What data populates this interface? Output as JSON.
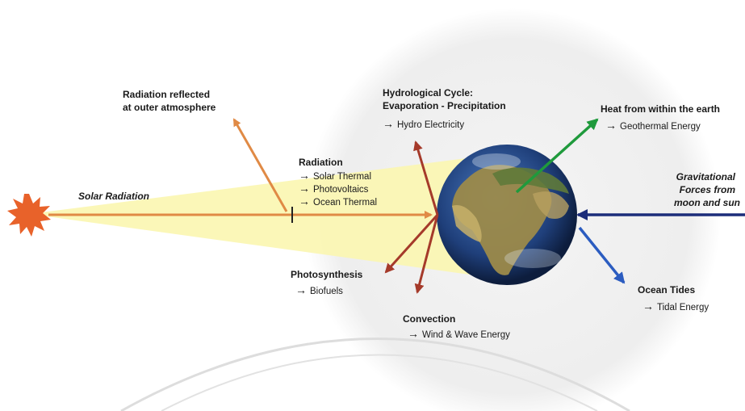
{
  "labels": {
    "solar_radiation": "Solar Radiation",
    "reflected_line1": "Radiation reflected",
    "reflected_line2": "at outer atmosphere",
    "radiation_title": "Radiation",
    "radiation_items": [
      "Solar Thermal",
      "Photovoltaics",
      "Ocean Thermal"
    ],
    "hydro_line1": "Hydrological Cycle:",
    "hydro_line2": "Evaporation - Precipitation",
    "hydro_item": "Hydro Electricity",
    "heat_title": "Heat from within the earth",
    "heat_item": "Geothermal Energy",
    "grav_line1": "Gravitational",
    "grav_line2": "Forces from",
    "grav_line3": "moon and sun",
    "photo_title": "Photosynthesis",
    "photo_item": "Biofuels",
    "convection_title": "Convection",
    "convection_item": "Wind & Wave Energy",
    "tides_title": "Ocean Tides",
    "tides_item": "Tidal Energy"
  },
  "icons": {
    "sun": "sun-icon",
    "earth": "earth-globe",
    "arrow": "→"
  },
  "colors": {
    "solar_arrow": "#e08a45",
    "sun": "#e8622a",
    "beam": "#fbf6b0",
    "red_arrows": "#a53a2a",
    "geothermal": "#1f9a3c",
    "gravity": "#1c2d7a",
    "tides": "#2b5cc0",
    "ocean": "#214a8a",
    "land": "#9c8a4a"
  }
}
